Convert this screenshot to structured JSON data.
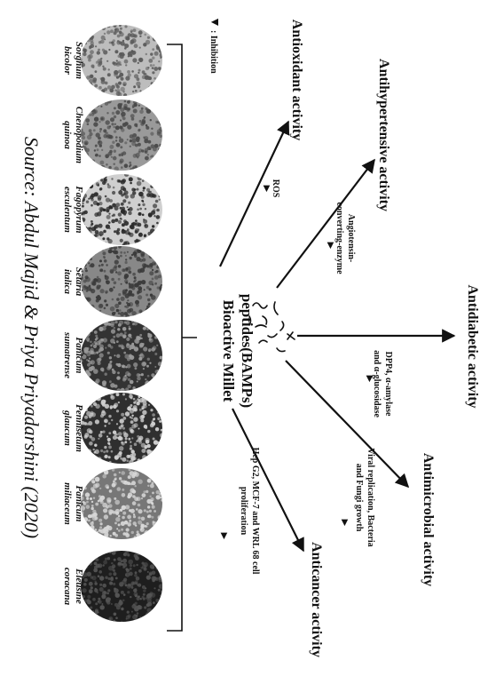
{
  "source": "Source: Abdul Majid & Priya Priyadarshini (2020)",
  "legend": {
    "symbol": "▼",
    "label": ": Inhibition"
  },
  "center": {
    "line1": "Bioactive Millet",
    "line2": "peptides(BAMPs)"
  },
  "millets": [
    {
      "genus": "Sorghum",
      "species": "bicolor"
    },
    {
      "genus": "Chenopodium",
      "species": "quinoa"
    },
    {
      "genus": "Fagopyrum",
      "species": "esculentum"
    },
    {
      "genus": "Setaria",
      "species": "italica"
    },
    {
      "genus": "Panicum",
      "species": "sumatrense"
    },
    {
      "genus": "Pennisetum",
      "species": "glaucum"
    },
    {
      "genus": "Panicum",
      "species": "miliaceum"
    },
    {
      "genus": "Eleusine",
      "species": "coracana"
    }
  ],
  "activities": {
    "antioxidant": {
      "title": "Antioxidant activity",
      "targets": [
        "ROS"
      ]
    },
    "antihypertensive": {
      "title": "Antihypertensive activity",
      "targets": [
        "Angiotensin-",
        "converting-enzyme"
      ]
    },
    "antidiabetic": {
      "title": "Antidiabetic activity",
      "targets": [
        "DPP4, α-amylase",
        "and α-glucosidase"
      ]
    },
    "antimicrobial": {
      "title": "Antimicrobial activity",
      "targets": [
        "Viral replication, Bacteria",
        "and Fungi growth"
      ]
    },
    "anticancer": {
      "title": "Anticancer activity",
      "targets": [
        "Hep G2, MCF-7 and WRL 68 cell",
        "proliferation"
      ]
    }
  },
  "colors": {
    "ink": "#111111",
    "dark_grain": "#1e1e1e",
    "mid_grain": "#6a6a6a",
    "light_grain": "#bdbdbd"
  }
}
